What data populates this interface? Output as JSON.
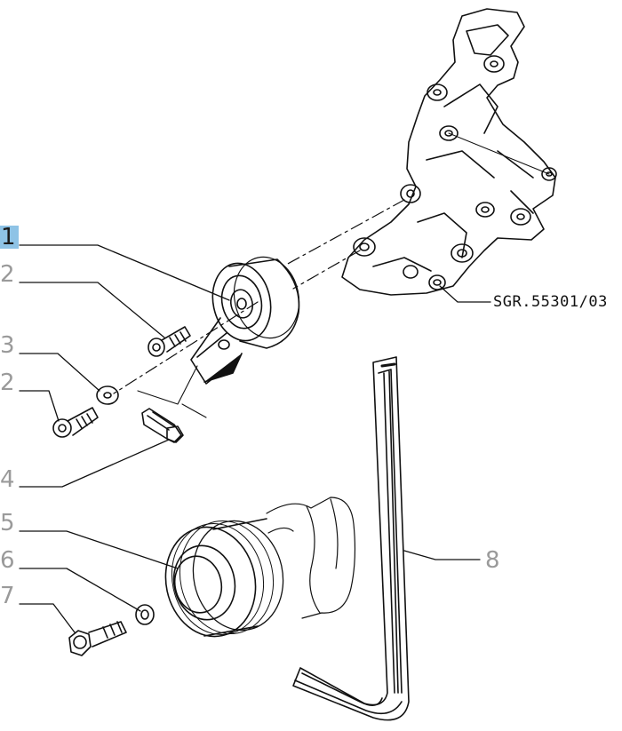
{
  "callouts": {
    "c1": "1",
    "c2a": "2",
    "c3": "3",
    "c2b": "2",
    "c4": "4",
    "c5": "5",
    "c6": "6",
    "c7": "7",
    "c8": "8"
  },
  "reference_code": "SGR.55301/03",
  "colors": {
    "highlight": "#8ec3e6",
    "callout_text": "#9a9a9a",
    "line": "#111111"
  }
}
